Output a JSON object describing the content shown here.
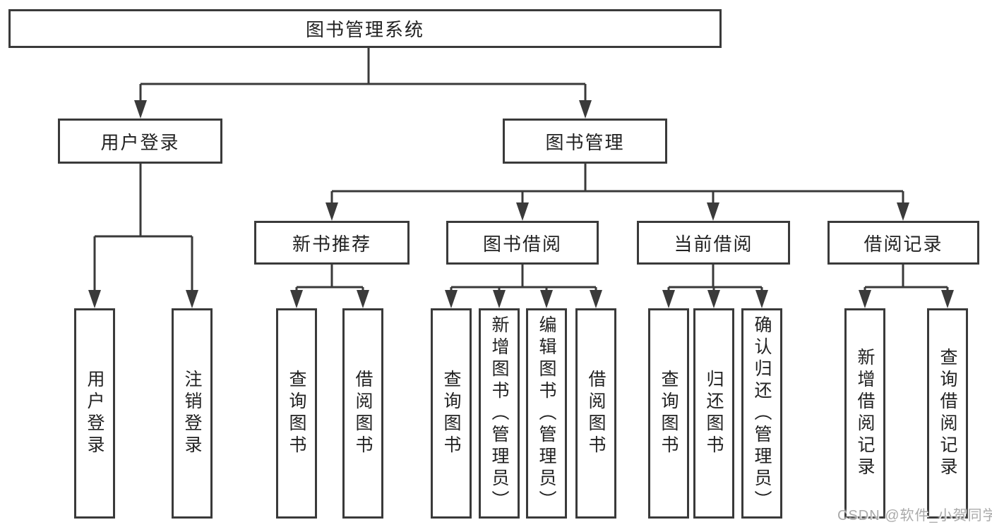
{
  "diagram_title": "图书管理系统",
  "tree": {
    "label": "图书管理系统",
    "children": [
      {
        "label": "用户登录",
        "children": [
          {
            "label": "用户登录"
          },
          {
            "label": "注销登录"
          }
        ]
      },
      {
        "label": "图书管理",
        "children": [
          {
            "label": "新书推荐",
            "children": [
              {
                "label": "查询图书"
              },
              {
                "label": "借阅图书"
              }
            ]
          },
          {
            "label": "图书借阅",
            "children": [
              {
                "label": "查询图书"
              },
              {
                "label": "新增图书（管理员）"
              },
              {
                "label": "编辑图书（管理员）"
              },
              {
                "label": "借阅图书"
              }
            ]
          },
          {
            "label": "当前借阅",
            "children": [
              {
                "label": "查询图书"
              },
              {
                "label": "归还图书"
              },
              {
                "label": "确认归还（管理员）"
              }
            ]
          },
          {
            "label": "借阅记录",
            "children": [
              {
                "label": "新增借阅记录"
              },
              {
                "label": "查询借阅记录"
              }
            ]
          }
        ]
      }
    ]
  },
  "watermark": {
    "text": "CSDN @软件_小贺同学"
  },
  "colors": {
    "line": "#3a3a3a",
    "text": "#222222",
    "watermark": "#aaaaaa",
    "background": "#ffffff"
  }
}
